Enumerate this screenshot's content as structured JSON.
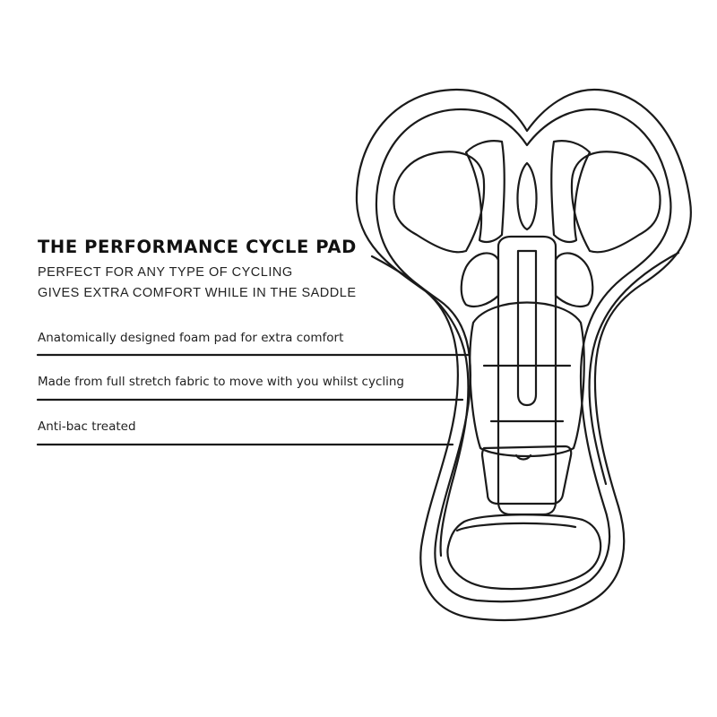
{
  "heading": {
    "title": "THE PERFORMANCE CYCLE PAD",
    "subtitle_1": "PERFECT FOR ANY TYPE OF CYCLING",
    "subtitle_2": "GIVES EXTRA COMFORT WHILE IN THE SADDLE"
  },
  "features": [
    {
      "label": "Anatomically designed foam pad for extra comfort"
    },
    {
      "label": "Made from full stretch fabric to move with you whilst cycling"
    },
    {
      "label": "Anti-bac treated"
    }
  ],
  "colors": {
    "line": "#1a1a1a",
    "background": "#ffffff"
  }
}
